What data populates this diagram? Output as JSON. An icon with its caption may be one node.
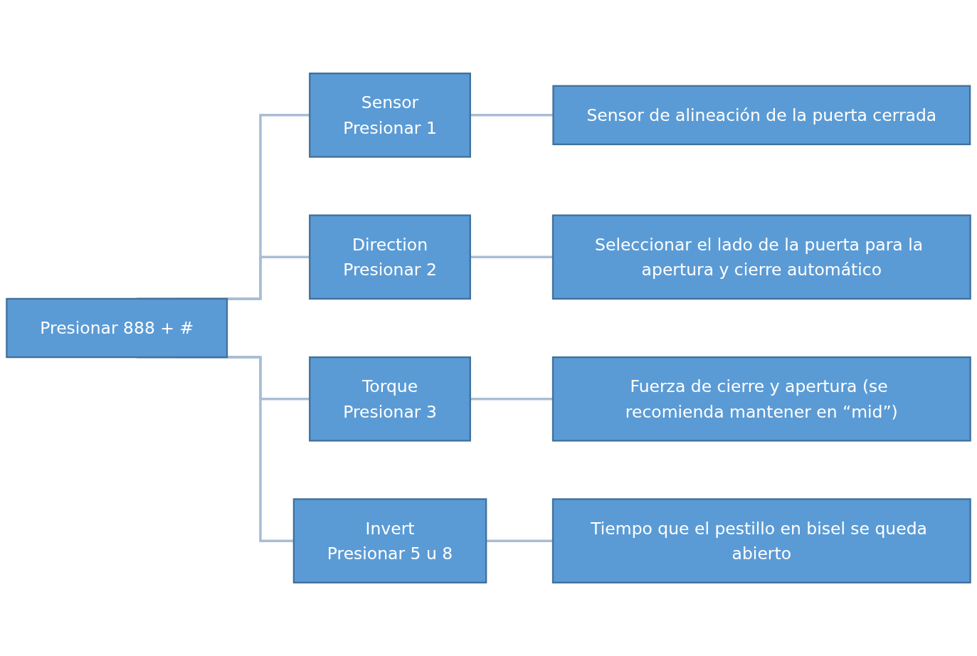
{
  "diagram": {
    "nodes": [
      {
        "text": [
          "Presionar 888 + #"
        ]
      },
      {
        "text": [
          "Sensor",
          "Presionar 1"
        ]
      },
      {
        "text": [
          "Sensor de alineación de la puerta cerrada"
        ]
      },
      {
        "text": [
          "Direction",
          "Presionar 2"
        ]
      },
      {
        "text": [
          "Seleccionar el lado de la puerta para la apertura y cierre automático"
        ]
      },
      {
        "text": [
          "Torque",
          "Presionar 3"
        ]
      },
      {
        "text": [
          "Fuerza de cierre y apertura (se recomienda mantener en “mid”)"
        ]
      },
      {
        "text": [
          "Invert",
          "Presionar 5 u 8"
        ]
      },
      {
        "text": [
          "Tiempo que el pestillo en bisel se queda abierto"
        ]
      }
    ],
    "edges": [
      {
        "from": 0,
        "to": 1,
        "arrow": "none"
      },
      {
        "from": 0,
        "to": 3,
        "arrow": "none"
      },
      {
        "from": 0,
        "to": 5,
        "arrow": "none"
      },
      {
        "from": 0,
        "to": 7,
        "arrow": "none"
      },
      {
        "from": 1,
        "to": 2,
        "arrow": "none"
      },
      {
        "from": 3,
        "to": 4,
        "arrow": "none"
      },
      {
        "from": 5,
        "to": 6,
        "arrow": "none"
      },
      {
        "from": 7,
        "to": 8,
        "arrow": "none"
      }
    ]
  }
}
